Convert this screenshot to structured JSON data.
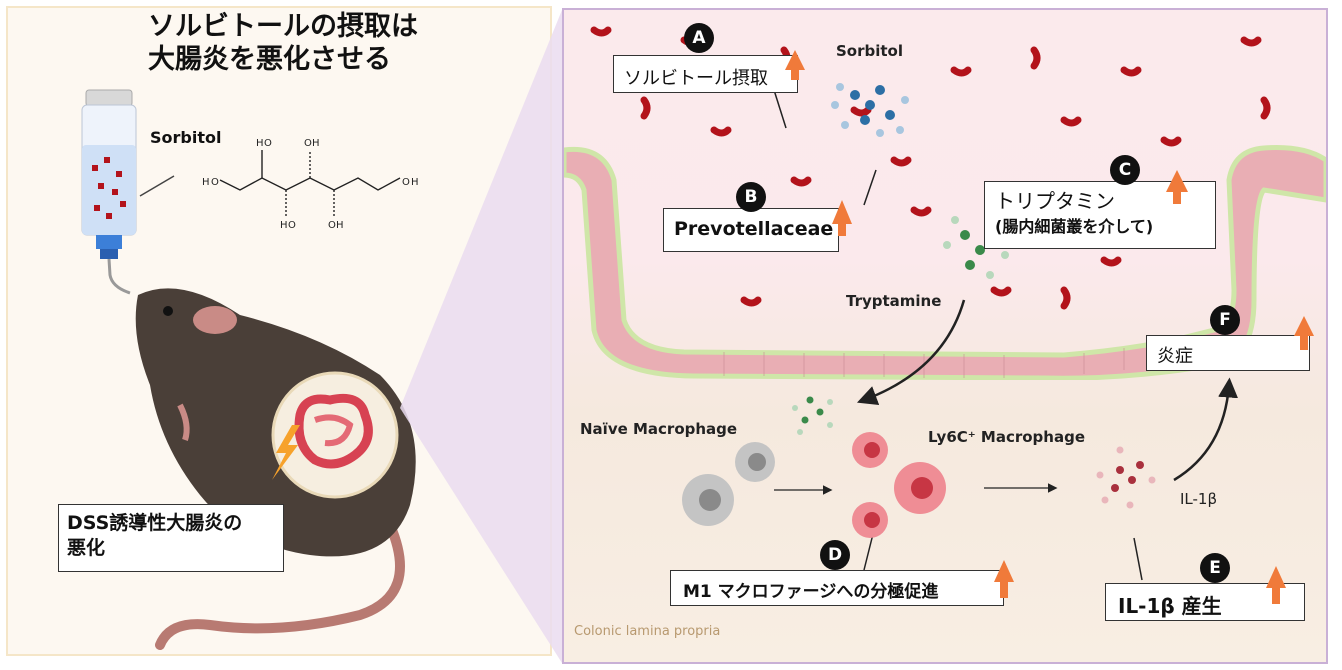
{
  "title": "ソルビトールの摂取は\n大腸炎を悪化させる",
  "left": {
    "sorbitol_label": "Sorbitol",
    "dss_box": "DSS誘導性大腸炎の\n悪化",
    "atom_h": "H",
    "atom_o": "O"
  },
  "right": {
    "A": {
      "badge": "A",
      "text": "ソルビトール摂取"
    },
    "B": {
      "badge": "B",
      "text": "Prevotellaceae"
    },
    "C": {
      "badge": "C",
      "text": "トリプタミン",
      "sub": "(腸内細菌叢を介して)"
    },
    "D": {
      "badge": "D",
      "text": "M1 マクロファージへの分極促進"
    },
    "E": {
      "badge": "E",
      "text": "IL-1β 産生"
    },
    "F": {
      "badge": "F",
      "text": "炎症"
    },
    "sorbitol": "Sorbitol",
    "tryptamine": "Tryptamine",
    "naive": "Naïve Macrophage",
    "ly6c": "Ly6C⁺ Macrophage",
    "il1b": "IL-1β",
    "lamina": "Colonic lamina propria"
  },
  "colors": {
    "arrow_up": "#f07a3a",
    "bacteria": "#b3131b",
    "epithelium": "#e9aeb4",
    "macrophage": "#e85a66"
  }
}
